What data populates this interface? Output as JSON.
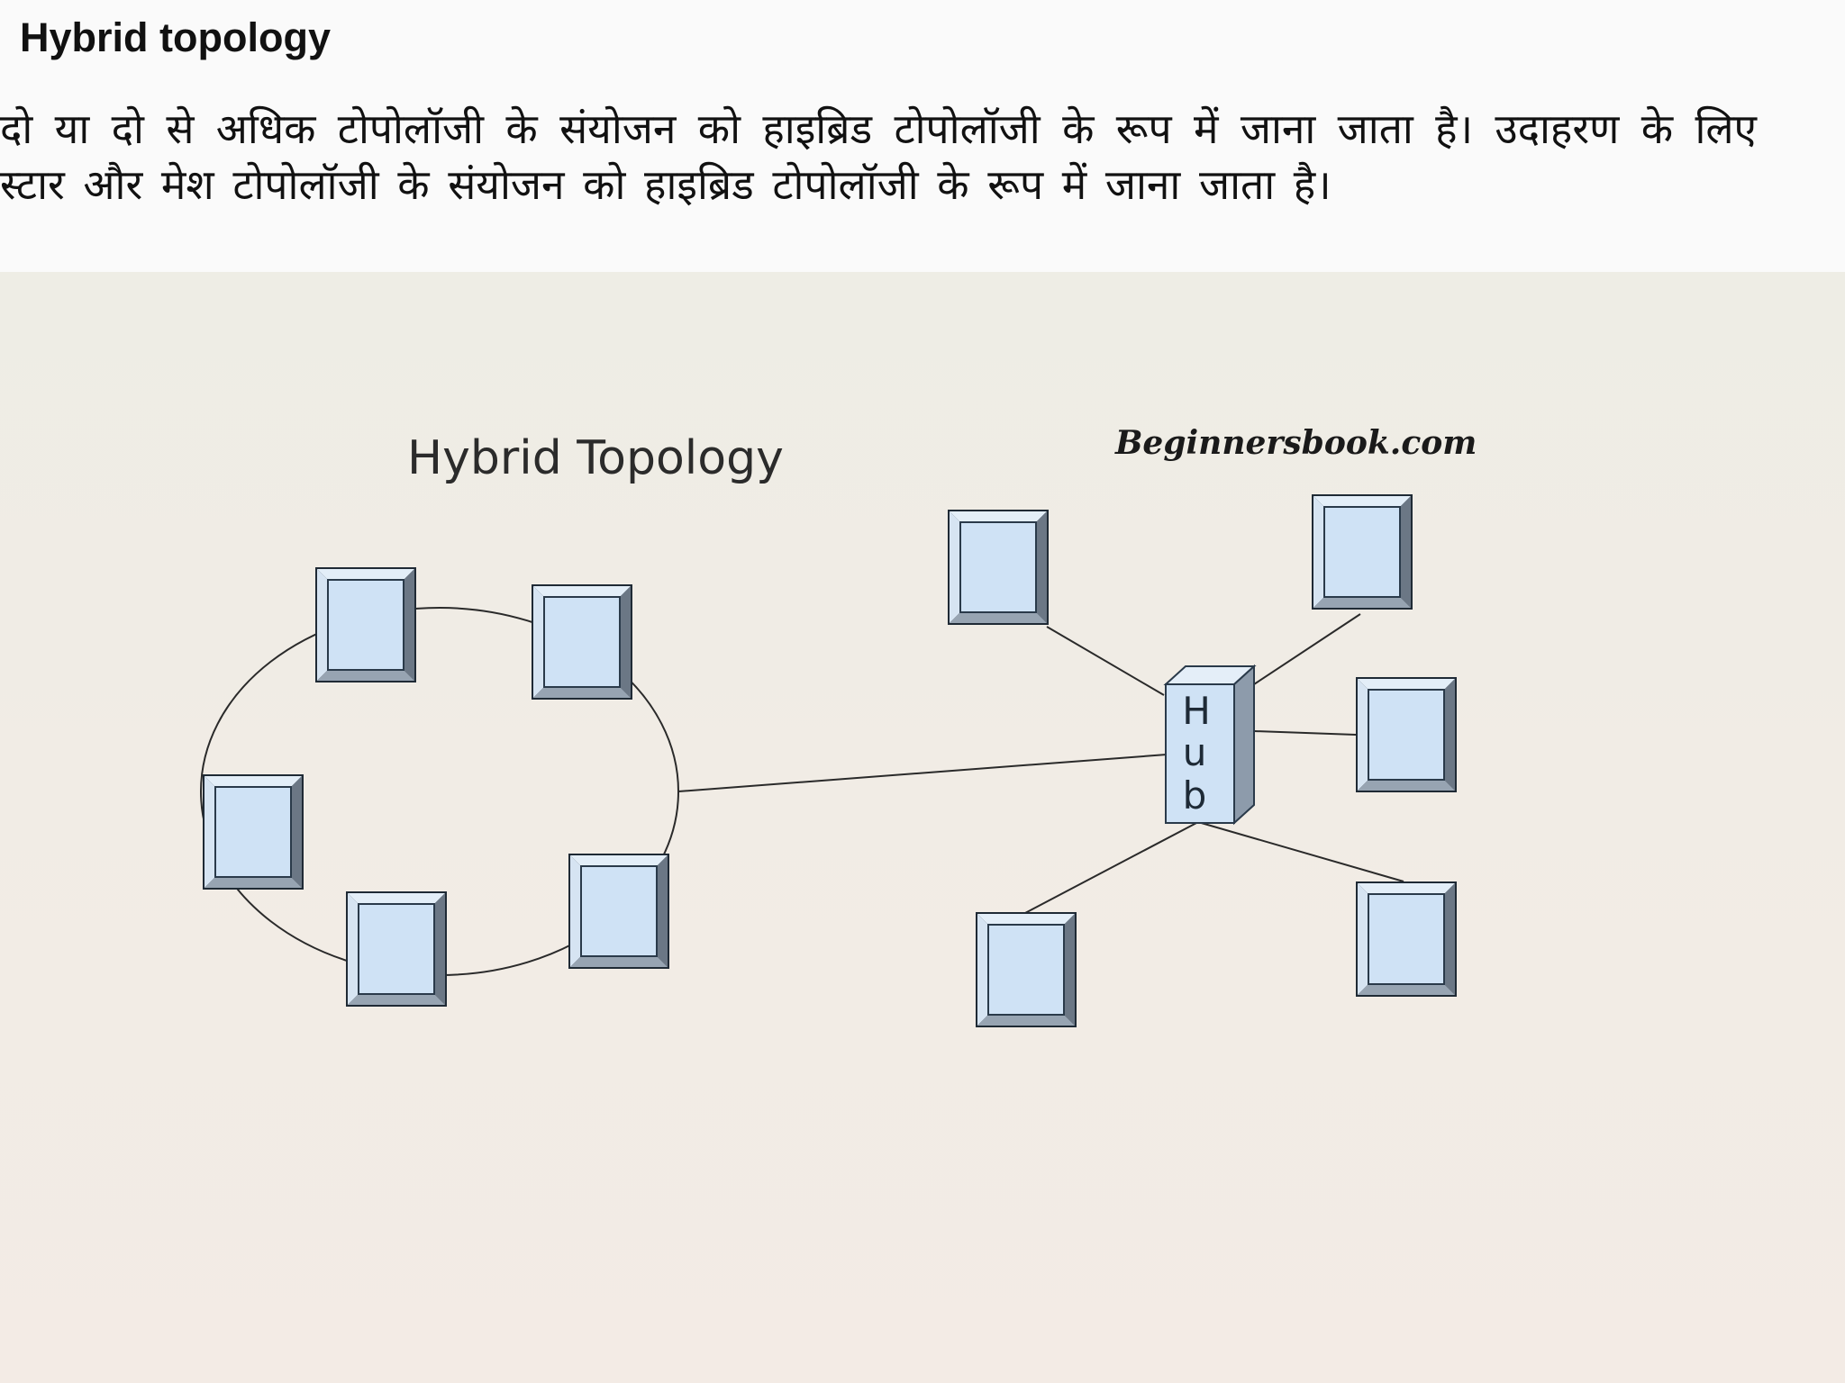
{
  "page": {
    "title": "Hybrid topology",
    "description": "दो या दो से अधिक टोपोलॉजी के संयोजन को हाइब्रिड टोपोलॉजी के रूप में जाना जाता है। उदाहरण के लिए स्टार और मेश टोपोलॉजी के संयोजन को हाइब्रिड टोपोलॉजी के रूप में जाना जाता है।"
  },
  "diagram": {
    "title": "Hybrid Topology",
    "watermark": "Beginnersbook.com",
    "hub": {
      "label_letters": [
        "H",
        "u",
        "b"
      ]
    },
    "ring_nodes": [
      "node",
      "node",
      "node",
      "node",
      "node"
    ],
    "star_nodes": [
      "node",
      "node",
      "node",
      "node",
      "node"
    ],
    "colors": {
      "node_screen": "#cfe2f5",
      "node_bevel_light": "#e3eef8",
      "node_bevel_dark": "#6b7785",
      "hub_front": "#cfe2f5",
      "hub_side": "#8d9bab",
      "hub_top": "#e4eef8",
      "line": "#2a2a2a"
    }
  }
}
